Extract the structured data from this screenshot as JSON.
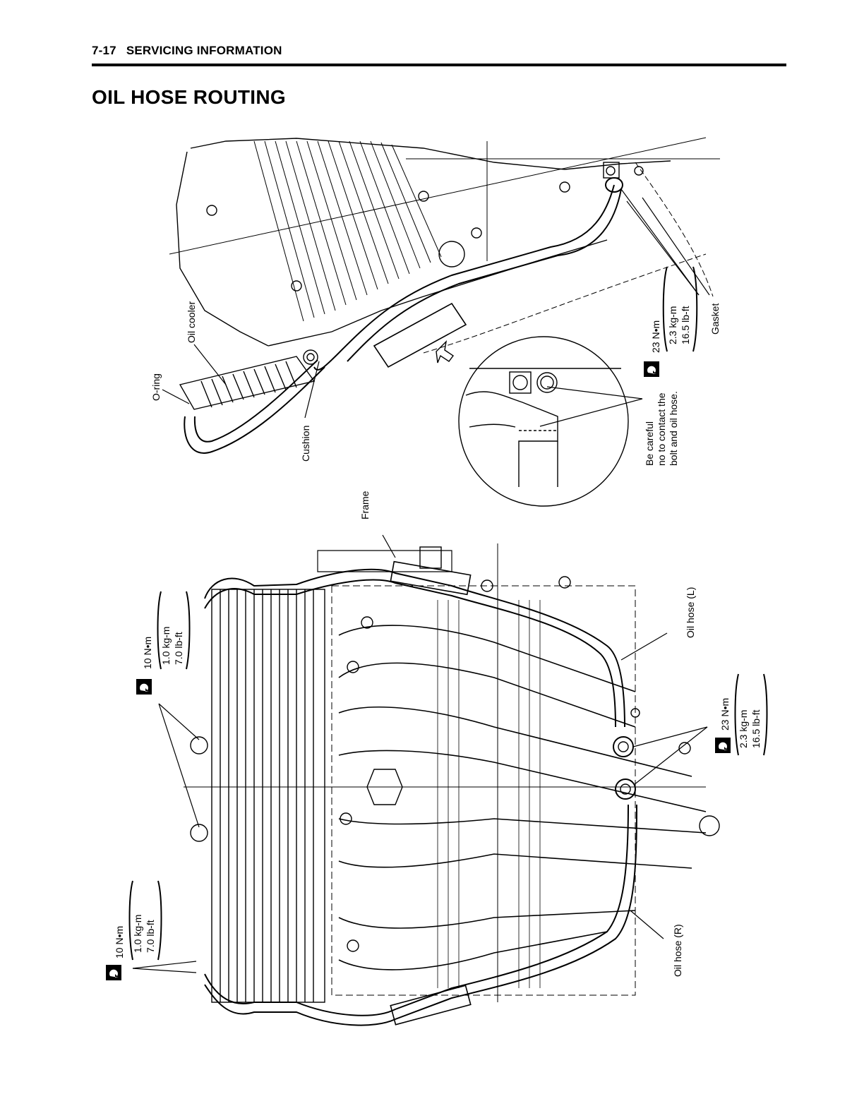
{
  "header": {
    "page_number": "7-17",
    "section": "SERVICING INFORMATION"
  },
  "title": "OIL HOSE ROUTING",
  "labels": {
    "o_ring": "O-ring",
    "oil_cooler": "Oil cooler",
    "cushion": "Cushion",
    "gasket": "Gasket",
    "frame": "Frame",
    "oil_hose_l": "Oil hose (L)",
    "oil_hose_r": "Oil hose (R)",
    "caution_line1": "Be careful",
    "caution_line2": "no to contact the",
    "caution_line3": "bolt and oil hose."
  },
  "torque_specs": {
    "upper_23": {
      "nm": "23 N•m",
      "kgm": "2.3 kg-m",
      "lbft": "16.5 lb-ft"
    },
    "lower_23": {
      "nm": "23 N•m",
      "kgm": "2.3 kg-m",
      "lbft": "16.5 lb-ft"
    },
    "center_10": {
      "nm": "10 N•m",
      "kgm": "1.0 kg-m",
      "lbft": "7.0 lb-ft"
    },
    "left_10": {
      "nm": "10 N•m",
      "kgm": "1.0 kg-m",
      "lbft": "7.0 lb-ft"
    }
  },
  "icons": {
    "torque": "torque-wrench-icon",
    "arrow": "hollow-arrow-icon"
  }
}
